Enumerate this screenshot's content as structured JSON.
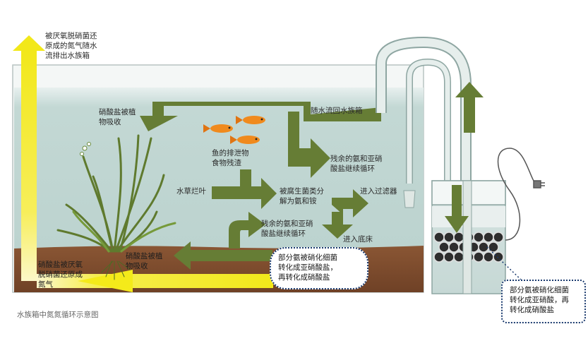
{
  "colors": {
    "water": "#c5d9d5",
    "water_top": "#e6efee",
    "substrate": "#7b4a2d",
    "green_arrow": "#667d35",
    "yellow_arrow": "#f4ea1a",
    "yellow_arrow_light": "#fbf59a",
    "tube": "#dfe7e4",
    "fish": "#f08a1d",
    "bubble_border": "#1a3a6e"
  },
  "labels": {
    "top_left": "被厌氧脱硝菌还\n原成的氮气随水\n流排出水族箱",
    "nitrate_absorb_top": "硝酸盐被植\n物吸收",
    "return_water": "随水流回水族箱",
    "fish_waste": "鱼的排泄物\n食物残渣",
    "residual_ammonia_top": "残余的氨和亚硝\n酸盐继续循环",
    "plant_leaf": "水草烂叶",
    "bacteria_decompose": "被腐生菌类分\n解为氨和铵",
    "to_filter": "进入过滤器",
    "residual_ammonia_mid": "残余的氨和亚硝\n酸盐继续循环",
    "to_substrate": "进入底床",
    "nitrate_absorb_bottom": "硝酸盐被植\n物吸收",
    "denitrification": "硝酸盐被厌氧\n脱硝菌还原成\n氮气",
    "bubble_tank": "部分氨被硝化细菌\n转化成亚硝酸盐，\n再转化成硝酸盐",
    "bubble_filter": "部分氨被硝化细菌\n转化成亚硝酸，再\n转化成硝酸盐",
    "caption": "水族箱中氮氮循环示意图"
  },
  "icons": [
    "fish-icon",
    "aquatic-plant-icon",
    "canister-filter-icon",
    "power-plug-icon"
  ]
}
